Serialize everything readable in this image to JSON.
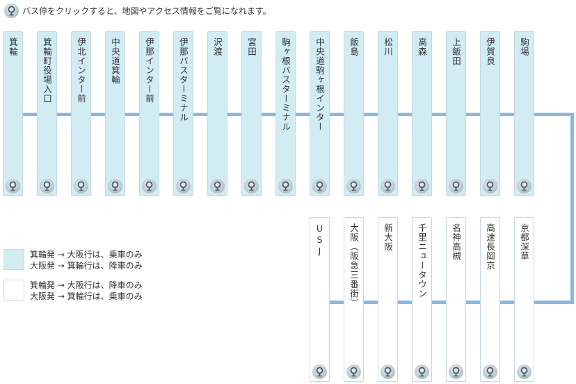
{
  "header": {
    "text": "バス停をクリックすると、地図やアクセス情報をご覧になれます。"
  },
  "stops_upper": [
    "箕輪",
    "箕輪町役場入口",
    "伊北インター前",
    "中央道箕輪",
    "伊那インター前",
    "伊那バスターミナル",
    "沢渡",
    "宮田",
    "駒ヶ根バスターミナル",
    "中央道駒ヶ根インター",
    "飯島",
    "松川",
    "高森",
    "上飯田",
    "伊賀良",
    "駒場"
  ],
  "stops_lower": [
    "USJ",
    "大阪（阪急三番街）",
    "新大阪",
    "千里ニュータウン",
    "名神高槻",
    "高速長岡京",
    "京都深草"
  ],
  "legend": {
    "boarding_only": {
      "line1": "箕輪発 → 大阪行は、乗車のみ",
      "line2": "大阪発 → 箕輪行は、降車のみ"
    },
    "alighting_only": {
      "line1": "箕輪発 → 大阪行は、降車のみ",
      "line2": "大阪発 → 箕輪行は、乗車のみ"
    }
  },
  "colors": {
    "boarding_only_bg": "#d2ecf4",
    "alighting_only_bg": "#ffffff",
    "route_line": "#8cb8e0"
  },
  "icons": {
    "map": "map-pin-icon"
  }
}
